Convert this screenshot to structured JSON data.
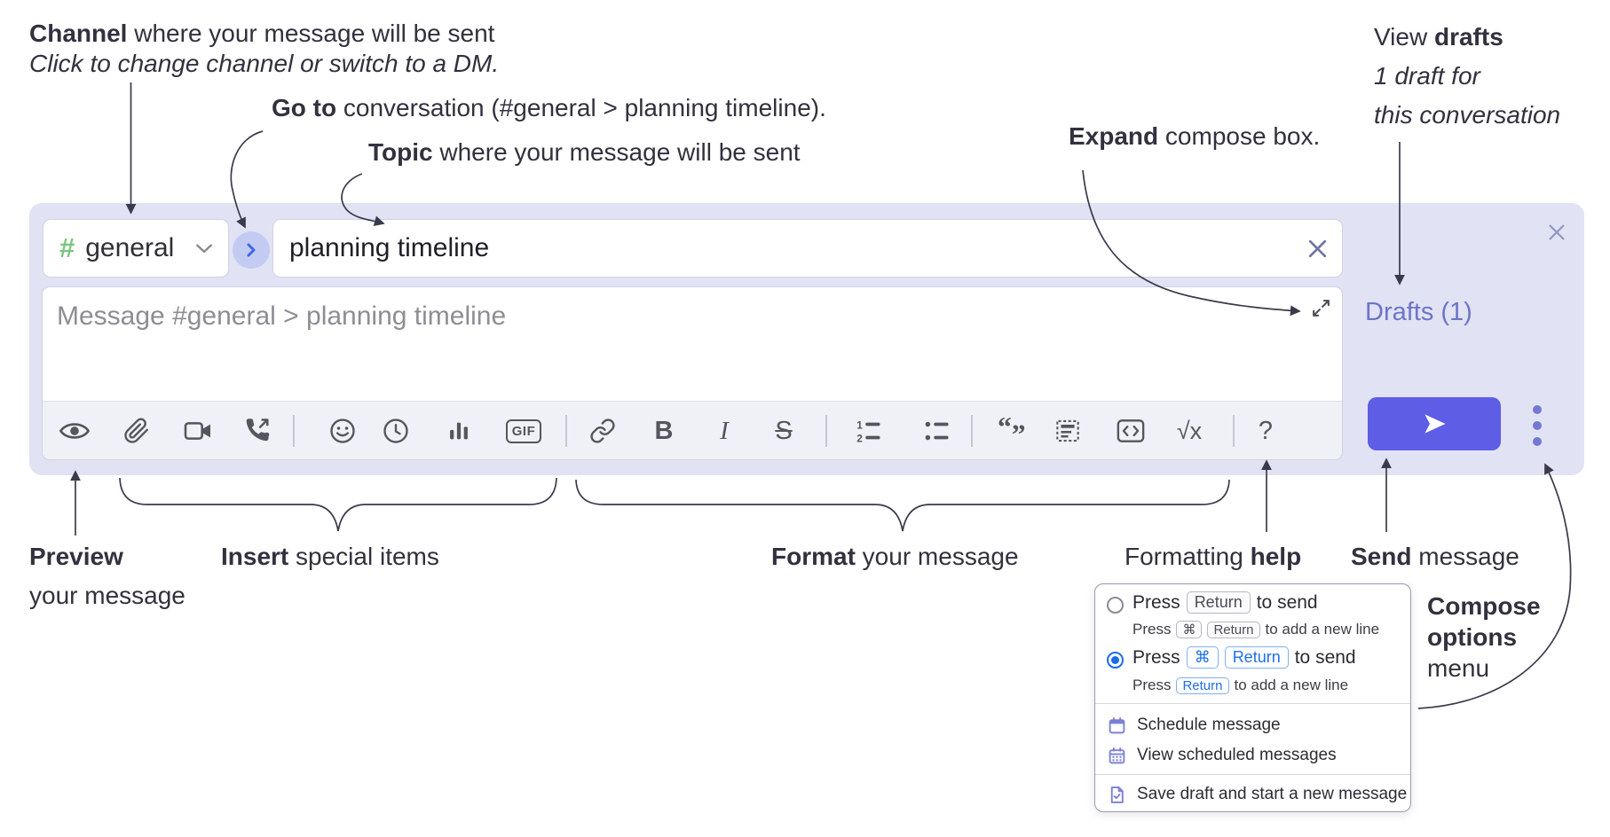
{
  "annotations": {
    "channel_line1_bold": "Channel",
    "channel_line1_rest": " where your message will be sent",
    "channel_line2": "Click to change channel or switch to a DM.",
    "goto_bold": "Go to",
    "goto_rest": " conversation (#general > planning timeline).",
    "topic_bold": "Topic",
    "topic_rest": " where your message will be sent",
    "expand_bold": "Expand",
    "expand_rest": " compose box.",
    "drafts_line1_pre": "View ",
    "drafts_line1_bold": "drafts",
    "drafts_line2": "1 draft for",
    "drafts_line3": "this conversation",
    "preview_bold": "Preview",
    "preview_line2": "your message",
    "insert_bold": "Insert",
    "insert_rest": " special items",
    "format_bold": "Format",
    "format_rest": " your message",
    "help_pre": "Formatting ",
    "help_bold": "help",
    "send_bold": "Send",
    "send_rest": " message",
    "compose_options_line1": "Compose",
    "compose_options_line2": "options",
    "compose_options_line3": "menu"
  },
  "compose": {
    "channel_hash": "#",
    "channel_name": "general",
    "topic_value": "planning timeline",
    "message_placeholder": "Message #general > planning timeline",
    "drafts_label": "Drafts (1)"
  },
  "toolbar": {
    "gif_label": "GIF",
    "bold_label": "B",
    "italic_label": "I",
    "strike_label": "S",
    "math_label": "√x",
    "help_label": "?",
    "icons": [
      "preview-eye",
      "attach-file",
      "video-call",
      "voice-call",
      "emoji",
      "time",
      "poll",
      "gif",
      "link",
      "bold",
      "italic",
      "strikethrough",
      "numbered-list",
      "bulleted-list",
      "quote",
      "spoiler",
      "code",
      "math",
      "help",
      "send",
      "compose-options-dots"
    ]
  },
  "popup": {
    "option_return": {
      "press": "Press",
      "kbd_return": "Return",
      "tail": "to send",
      "sub_press": "Press",
      "sub_kbd_cmd": "⌘",
      "sub_kbd_return": "Return",
      "sub_tail": "to add a new line"
    },
    "option_cmd_return": {
      "press": "Press",
      "kbd_cmd": "⌘",
      "kbd_return": "Return",
      "tail": "to send",
      "sub_press": "Press",
      "sub_kbd_return": "Return",
      "sub_tail": "to add a new line"
    },
    "menu_items": [
      "Schedule message",
      "View scheduled messages",
      "Save draft and start a new message"
    ]
  },
  "colors": {
    "compose_background": "#e1e3f4",
    "send_button": "#5d5de6",
    "drafts_link": "#6d74c9",
    "radio_selected": "#1a6ce8",
    "menu_icon_purple": "#7b80d6",
    "channel_hash_green": "#7bc47f"
  }
}
